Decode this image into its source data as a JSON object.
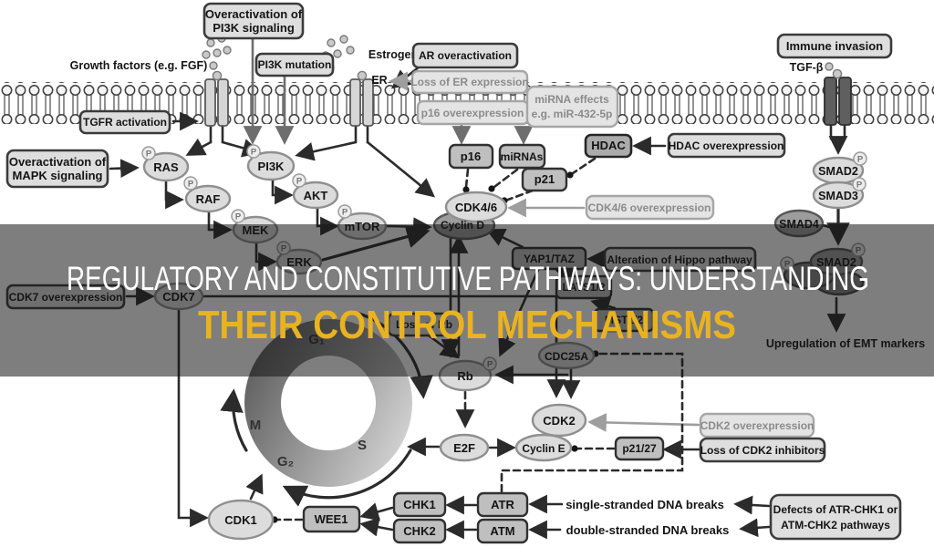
{
  "banner": {
    "line1": "REGULATORY AND CONSTITUTIVE PATHWAYS: UNDERSTANDING",
    "line2": "THEIR CONTROL MECHANISMS"
  },
  "colors": {
    "title_line1": "#ffffff",
    "title_line2": "#E9B320",
    "overlay": "rgba(20,20,20,0.55)"
  },
  "callouts": {
    "overact_pi3k1": "Overactivation of",
    "overact_pi3k2": "PI3K signaling",
    "pi3k_mutation": "PI3K mutation",
    "tgfr_activation": "TGFR activation",
    "ar_overactivation": "AR overactivation",
    "loss_er": "Loss of ER expression",
    "p16_over": "p16 overexpression",
    "mirna1": "miRNA effects",
    "mirna2": "e.g. miR-432-5p",
    "immune": "Immune invasion",
    "mapk1": "Overactivation of",
    "mapk2": "MAPK signaling",
    "hdac_over": "HDAC overexpression",
    "cdk46_over": "CDK4/6 overexpression",
    "hippo": "Alteration of Hippo pathway",
    "cdk7_over": "CDK7 overexpression",
    "loss_rb": "Loss of Rb",
    "cdk2_over": "CDK2 overexpression",
    "loss_cdk2": "Loss of CDK2 inhibitors",
    "defects1": "Defects of ATR-CHK1 or",
    "defects2": "ATM-CHK2 pathways"
  },
  "nodes": {
    "ras": "RAS",
    "raf": "RAF",
    "mek": "MEK",
    "erk": "ERK",
    "pi3k": "PI3K",
    "akt": "AKT",
    "mtor": "mTOR",
    "p16": "p16",
    "mirnas": "miRNAs",
    "hdac": "HDAC",
    "p21": "p21",
    "cdk46": "CDK4/6",
    "cyclin_d": "Cyclin D",
    "smad2": "SMAD2",
    "smad3": "SMAD3",
    "smad4": "SMAD4",
    "yap": "YAP1/TAZ",
    "lats": "LATS1/2",
    "mst": "MST1/2",
    "cdk7": "CDK7",
    "cdc25a": "CDC25A",
    "rb": "Rb",
    "e2f": "E2F",
    "cdk2": "CDK2",
    "cyclin_e": "Cyclin E",
    "p2127": "p21/27",
    "cdk1": "CDK1",
    "wee1": "WEE1",
    "chk1": "CHK1",
    "chk2": "CHK2",
    "atr": "ATR",
    "atm": "ATM",
    "phospho": "P"
  },
  "texts": {
    "growth_factors": "Growth factors (e.g. FGF)",
    "estrogen": "Estrogen",
    "er": "ER",
    "tgfb": "TGF-β",
    "emt": "Upregulation of EMT markers",
    "ssb": "single-stranded DNA breaks",
    "dsb": "double-stranded DNA breaks",
    "g1": "G₁",
    "s": "S",
    "g2": "G₂",
    "m": "M"
  }
}
